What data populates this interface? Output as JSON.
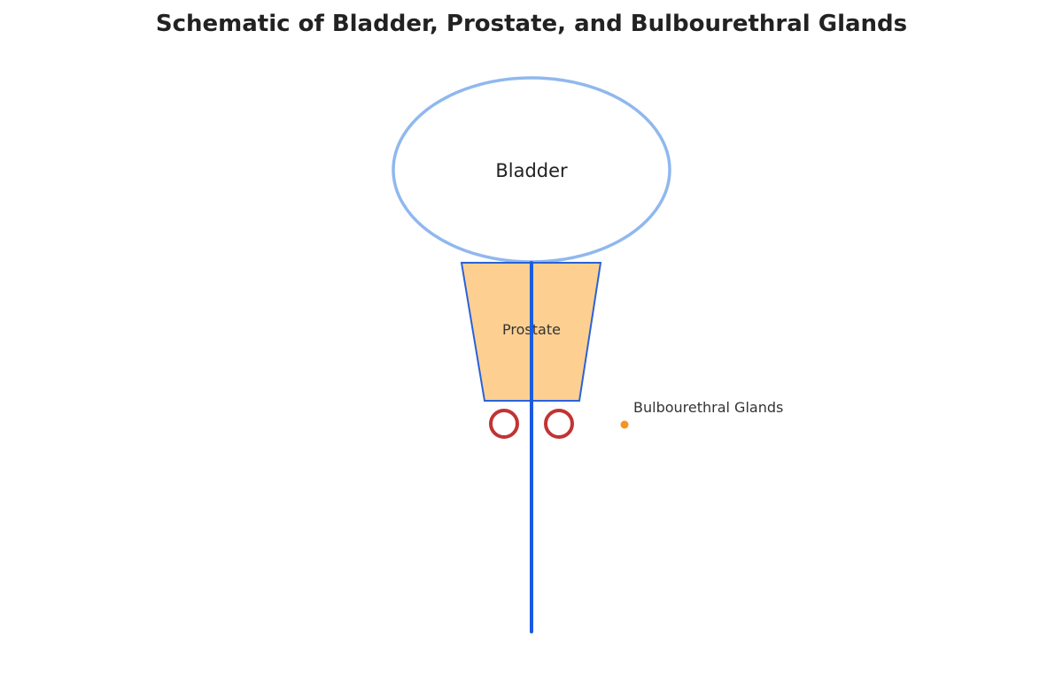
{
  "title": "Schematic of Bladder, Prostate, and Bulbourethral Glands",
  "bladder": {
    "label": "Bladder",
    "outline_color": "#90b8ee",
    "fill_color": "#ffffff"
  },
  "prostate": {
    "label": "Prostate",
    "fill_color": "#fdd092",
    "outline_color": "#2a62d8"
  },
  "urethra": {
    "color": "#1a5ce0"
  },
  "bulbourethral_glands": {
    "label": "Bulbourethral Glands",
    "color": "#c13434",
    "marker_color": "#f7931e"
  }
}
